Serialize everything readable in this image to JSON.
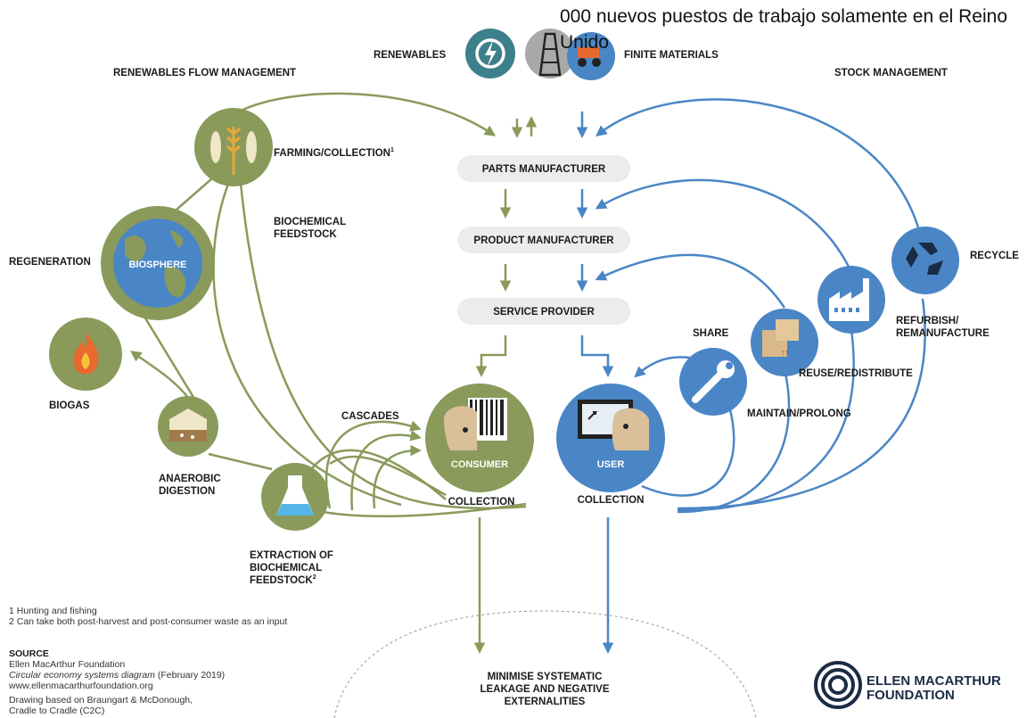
{
  "colors": {
    "green": "#8a9a5b",
    "blue": "#4a86c5",
    "pill": "#ececec",
    "text": "#1a1a1a",
    "logo": "#1c2b45"
  },
  "overlay_text": "000 nuevos puestos de trabajo solamente en el Reino Unido",
  "headers": {
    "renewables_flow": "RENEWABLES FLOW MANAGEMENT",
    "stock": "STOCK MANAGEMENT",
    "renewables": "RENEWABLES",
    "finite": "FINITE MATERIALS"
  },
  "pills": {
    "parts": "PARTS MANUFACTURER",
    "product": "PRODUCT MANUFACTURER",
    "service": "SERVICE PROVIDER"
  },
  "left": {
    "farming": "FARMING/COLLECTION",
    "farming_sup": "1",
    "biochem_1": "BIOCHEMICAL",
    "biochem_2": "FEEDSTOCK",
    "regeneration": "REGENERATION",
    "biosphere": "BIOSPHERE",
    "biogas": "BIOGAS",
    "anaerobic_1": "ANAEROBIC",
    "anaerobic_2": "DIGESTION",
    "extraction_1": "EXTRACTION OF",
    "extraction_2": "BIOCHEMICAL",
    "extraction_3": "FEEDSTOCK",
    "extraction_sup": "2",
    "cascades": "CASCADES",
    "consumer": "CONSUMER",
    "collection_left": "COLLECTION"
  },
  "right": {
    "recycle": "RECYCLE",
    "refurbish_1": "REFURBISH/",
    "refurbish_2": "REMANUFACTURE",
    "reuse": "REUSE/REDISTRIBUTE",
    "share": "SHARE",
    "maintain": "MAINTAIN/PROLONG",
    "user": "USER",
    "collection_right": "COLLECTION"
  },
  "bottom": {
    "minimise_1": "MINIMISE SYSTEMATIC",
    "minimise_2": "LEAKAGE AND NEGATIVE",
    "minimise_3": "EXTERNALITIES"
  },
  "footnotes": {
    "n1": "1 Hunting and fishing",
    "n2": "2 Can take both post-harvest and post-consumer waste as an input",
    "source": "SOURCE",
    "s1": "Ellen MacArthur Foundation",
    "s2_italic": "Circular economy systems diagram",
    "s2_rest": " (February 2019)",
    "s3": "www.ellenmacarthurfoundation.org",
    "s4": "Drawing based on Braungart & McDonough,",
    "s5": "Cradle to Cradle (C2C)"
  },
  "logo": {
    "line1": "ELLEN MACARTHUR",
    "line2": "FOUNDATION"
  },
  "icons": [
    "power-icon",
    "oil-rig-icon",
    "mining-truck-icon",
    "wheat-fish-icon",
    "globe-icon",
    "flame-icon",
    "soil-icon",
    "flask-icon",
    "barcode-icon",
    "computer-icon",
    "wrench-icon",
    "boxes-icon",
    "factory-icon",
    "recycle-icon",
    "emf-logo-icon"
  ]
}
